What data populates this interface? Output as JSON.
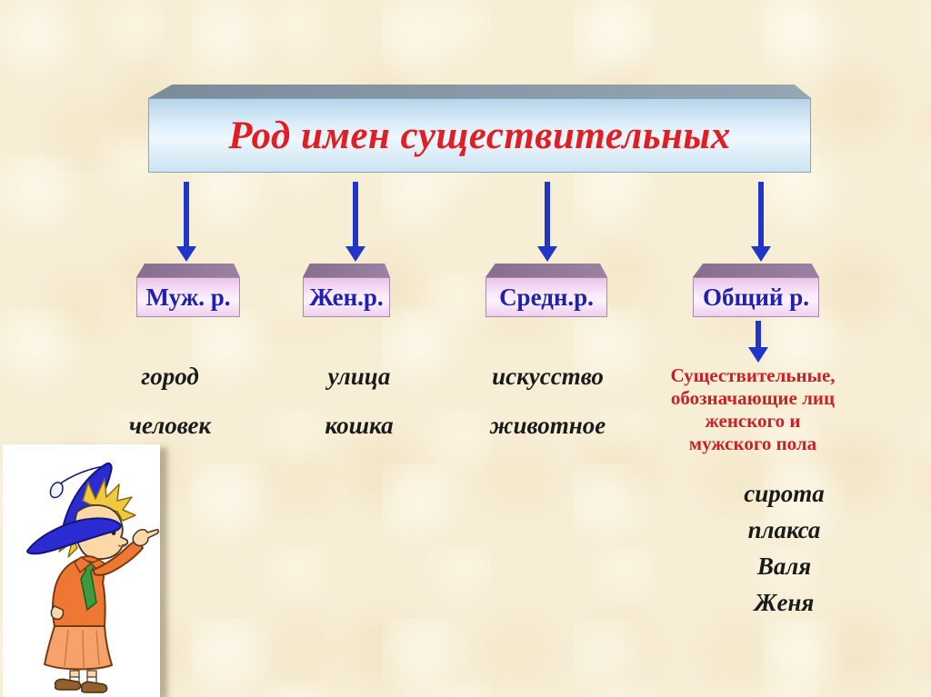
{
  "title": "Род имен существительных",
  "categories": [
    {
      "id": "masculine",
      "label": "Муж. р.",
      "examples": [
        "город",
        "человек"
      ]
    },
    {
      "id": "feminine",
      "label": "Жен.р.",
      "examples": [
        "улица",
        "кошка"
      ]
    },
    {
      "id": "neuter",
      "label": "Средн.р.",
      "examples": [
        "искусство",
        "животное"
      ]
    },
    {
      "id": "common",
      "label": "Общий р.",
      "note_lines": [
        "Существительные,",
        "обозначающие лиц",
        "женского и",
        "мужского пола"
      ],
      "examples": [
        "сирота",
        "плакса",
        "Валя",
        "Женя"
      ]
    }
  ],
  "illustration": {
    "name": "pointing-child-in-blue-hat"
  },
  "colors": {
    "background": "#f7eed6",
    "title_text": "#e21d23",
    "title_box_front": "#ddeefa",
    "title_box_top": "#8596a4",
    "category_box_front": "#f9e6f9",
    "category_box_top": "#8d7695",
    "category_label": "#2020b2",
    "arrow": "#2136c8",
    "note_text": "#cb2026",
    "example_text": "#1a1a1a"
  }
}
